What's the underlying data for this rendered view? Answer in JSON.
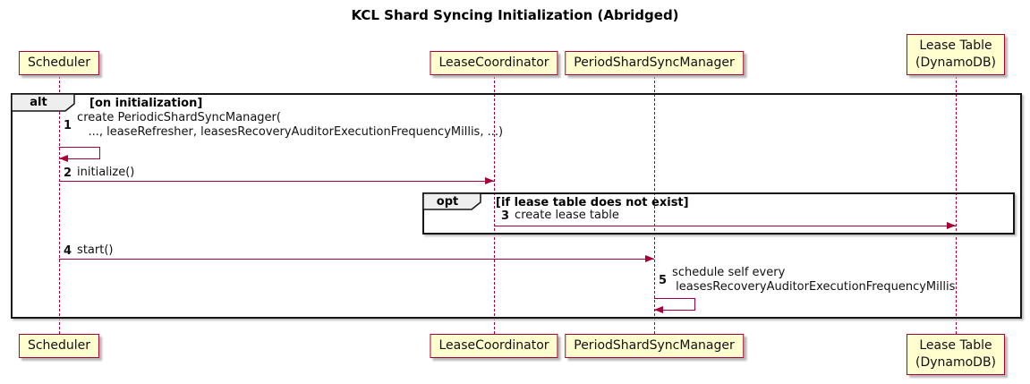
{
  "title": "KCL Shard Syncing Initialization (Abridged)",
  "colors": {
    "participant_fill": "#FEFECE",
    "participant_border": "#A80036",
    "arrow": "#A80036",
    "lifeline": "#A80036",
    "frame_border": "#151515",
    "frame_label_fill": "#EEEEEE",
    "background": "#FFFFFF"
  },
  "participants": [
    {
      "label": "Scheduler"
    },
    {
      "label": "LeaseCoordinator"
    },
    {
      "label": "PeriodShardSyncManager"
    },
    {
      "label": "Lease Table\n(DynamoDB)"
    }
  ],
  "frames": {
    "alt": {
      "operator": "alt",
      "guard": "[on initialization]"
    },
    "opt": {
      "operator": "opt",
      "guard": "[if lease table does not exist]"
    }
  },
  "messages": [
    {
      "num": "1",
      "text": "create PeriodicShardSyncManager(\n   ..., leaseRefresher, leasesRecoveryAuditorExecutionFrequencyMillis, ...)",
      "kind": "self",
      "from": "Scheduler",
      "to": "Scheduler"
    },
    {
      "num": "2",
      "text": "initialize()",
      "kind": "sync",
      "from": "Scheduler",
      "to": "LeaseCoordinator"
    },
    {
      "num": "3",
      "text": "create lease table",
      "kind": "sync",
      "from": "LeaseCoordinator",
      "to": "Lease Table (DynamoDB)"
    },
    {
      "num": "4",
      "text": "start()",
      "kind": "sync",
      "from": "Scheduler",
      "to": "PeriodShardSyncManager"
    },
    {
      "num": "5",
      "text": "schedule self every\n leasesRecoveryAuditorExecutionFrequencyMillis",
      "kind": "self",
      "from": "PeriodShardSyncManager",
      "to": "PeriodShardSyncManager"
    }
  ]
}
